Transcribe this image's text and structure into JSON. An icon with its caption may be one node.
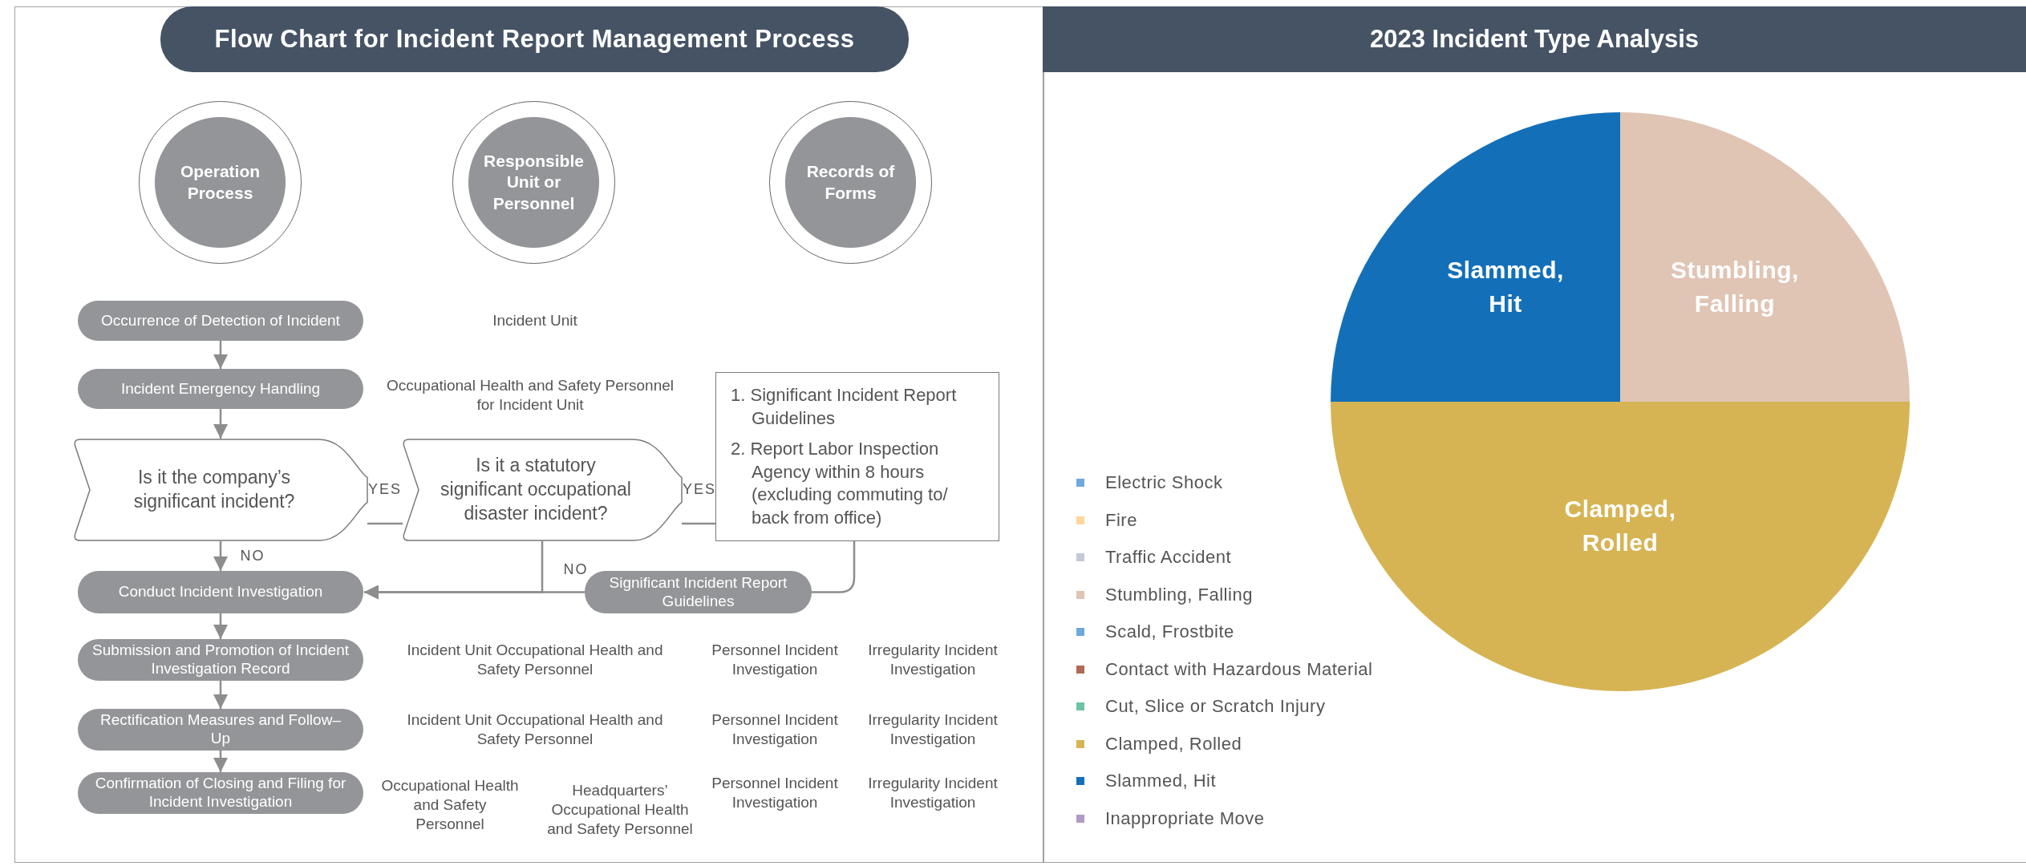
{
  "diagram": {
    "title": "Flow Chart for Incident Report Management Process",
    "nodes": [
      {
        "text": [
          "Operation Process"
        ]
      },
      {
        "text": [
          "Responsible Unit or Personnel"
        ]
      },
      {
        "text": [
          "Records of Forms"
        ]
      },
      {
        "text": [
          "Occurrence of Detection of Incident"
        ]
      },
      {
        "text": [
          "Incident Emergency Handling"
        ]
      },
      {
        "text": [
          "Is it the company’s significant incident?"
        ]
      },
      {
        "text": [
          "Is it a statutory significant occupational disaster incident?"
        ]
      },
      {
        "text": [
          "1. Significant Incident Report Guidelines",
          "2. Report Labor Inspection Agency within 8 hours (excluding commuting to/ back from office)"
        ]
      },
      {
        "text": [
          "Significant Incident Report Guidelines"
        ]
      },
      {
        "text": [
          "Conduct Incident Investigation"
        ]
      },
      {
        "text": [
          "Submission and Promotion of Incident Investigation Record"
        ]
      },
      {
        "text": [
          "Rectification Measures and Follow–Up"
        ]
      },
      {
        "text": [
          "Confirmation of Closing and Filing for Incident Investigation"
        ]
      }
    ],
    "edges": [
      {
        "from": 3,
        "to": 4,
        "arrow": "to"
      },
      {
        "from": 4,
        "to": 5,
        "arrow": "to"
      },
      {
        "from": 5,
        "to": 6,
        "arrow": "none",
        "label": "YES"
      },
      {
        "from": 6,
        "to": 7,
        "arrow": "none",
        "label": "YES"
      },
      {
        "from": 5,
        "to": 9,
        "arrow": "to",
        "label": "NO"
      },
      {
        "from": 6,
        "to": 9,
        "arrow": "to",
        "label": "NO"
      },
      {
        "from": 7,
        "to": 8,
        "arrow": "none"
      },
      {
        "from": 8,
        "to": 9,
        "arrow": "to"
      },
      {
        "from": 9,
        "to": 10,
        "arrow": "to"
      },
      {
        "from": 10,
        "to": 11,
        "arrow": "to"
      },
      {
        "from": 11,
        "to": 12,
        "arrow": "to"
      }
    ],
    "labels": [
      "Incident Unit",
      "Occupational Health and Safety Personnel for Incident Unit",
      "Incident Unit Occupational Health and Safety Personnel",
      "Personnel Incident Investigation",
      "Irregularity Incident Investigation",
      "Incident Unit Occupational Health and Safety Personnel",
      "Personnel Incident Investigation",
      "Irregularity Incident Investigation",
      "Occupational Health and Safety Personnel",
      "Headquarters’ Occupational Health and Safety Personnel",
      "Personnel Incident Investigation",
      "Irregularity Incident Investigation"
    ],
    "legend": [
      {
        "text": "Electric Shock",
        "color": "#6fa8dc"
      },
      {
        "text": "Fire",
        "color": "#ffd699"
      },
      {
        "text": "Traffic Accident",
        "color": "#c5cbd6"
      },
      {
        "text": "Stumbling, Falling",
        "color": "#e0c4b4"
      },
      {
        "text": "Scald, Frostbite",
        "color": "#6fa8dc"
      },
      {
        "text": "Contact with Hazardous Material",
        "color": "#b06a55"
      },
      {
        "text": "Cut, Slice or Scratch Injury",
        "color": "#6cc4a4"
      },
      {
        "text": "Clamped, Rolled",
        "color": "#d6b454"
      },
      {
        "text": "Slammed, Hit",
        "color": "#1370b8"
      },
      {
        "text": "Inappropriate Move",
        "color": "#b09ac8"
      }
    ],
    "chart_data": {
      "type": "pie",
      "title": "2023 Incident Type Analysis",
      "categories": [
        "Stumbling, Falling",
        "Clamped, Rolled",
        "Slammed, Hit"
      ],
      "values": [
        25,
        50,
        25
      ]
    }
  }
}
